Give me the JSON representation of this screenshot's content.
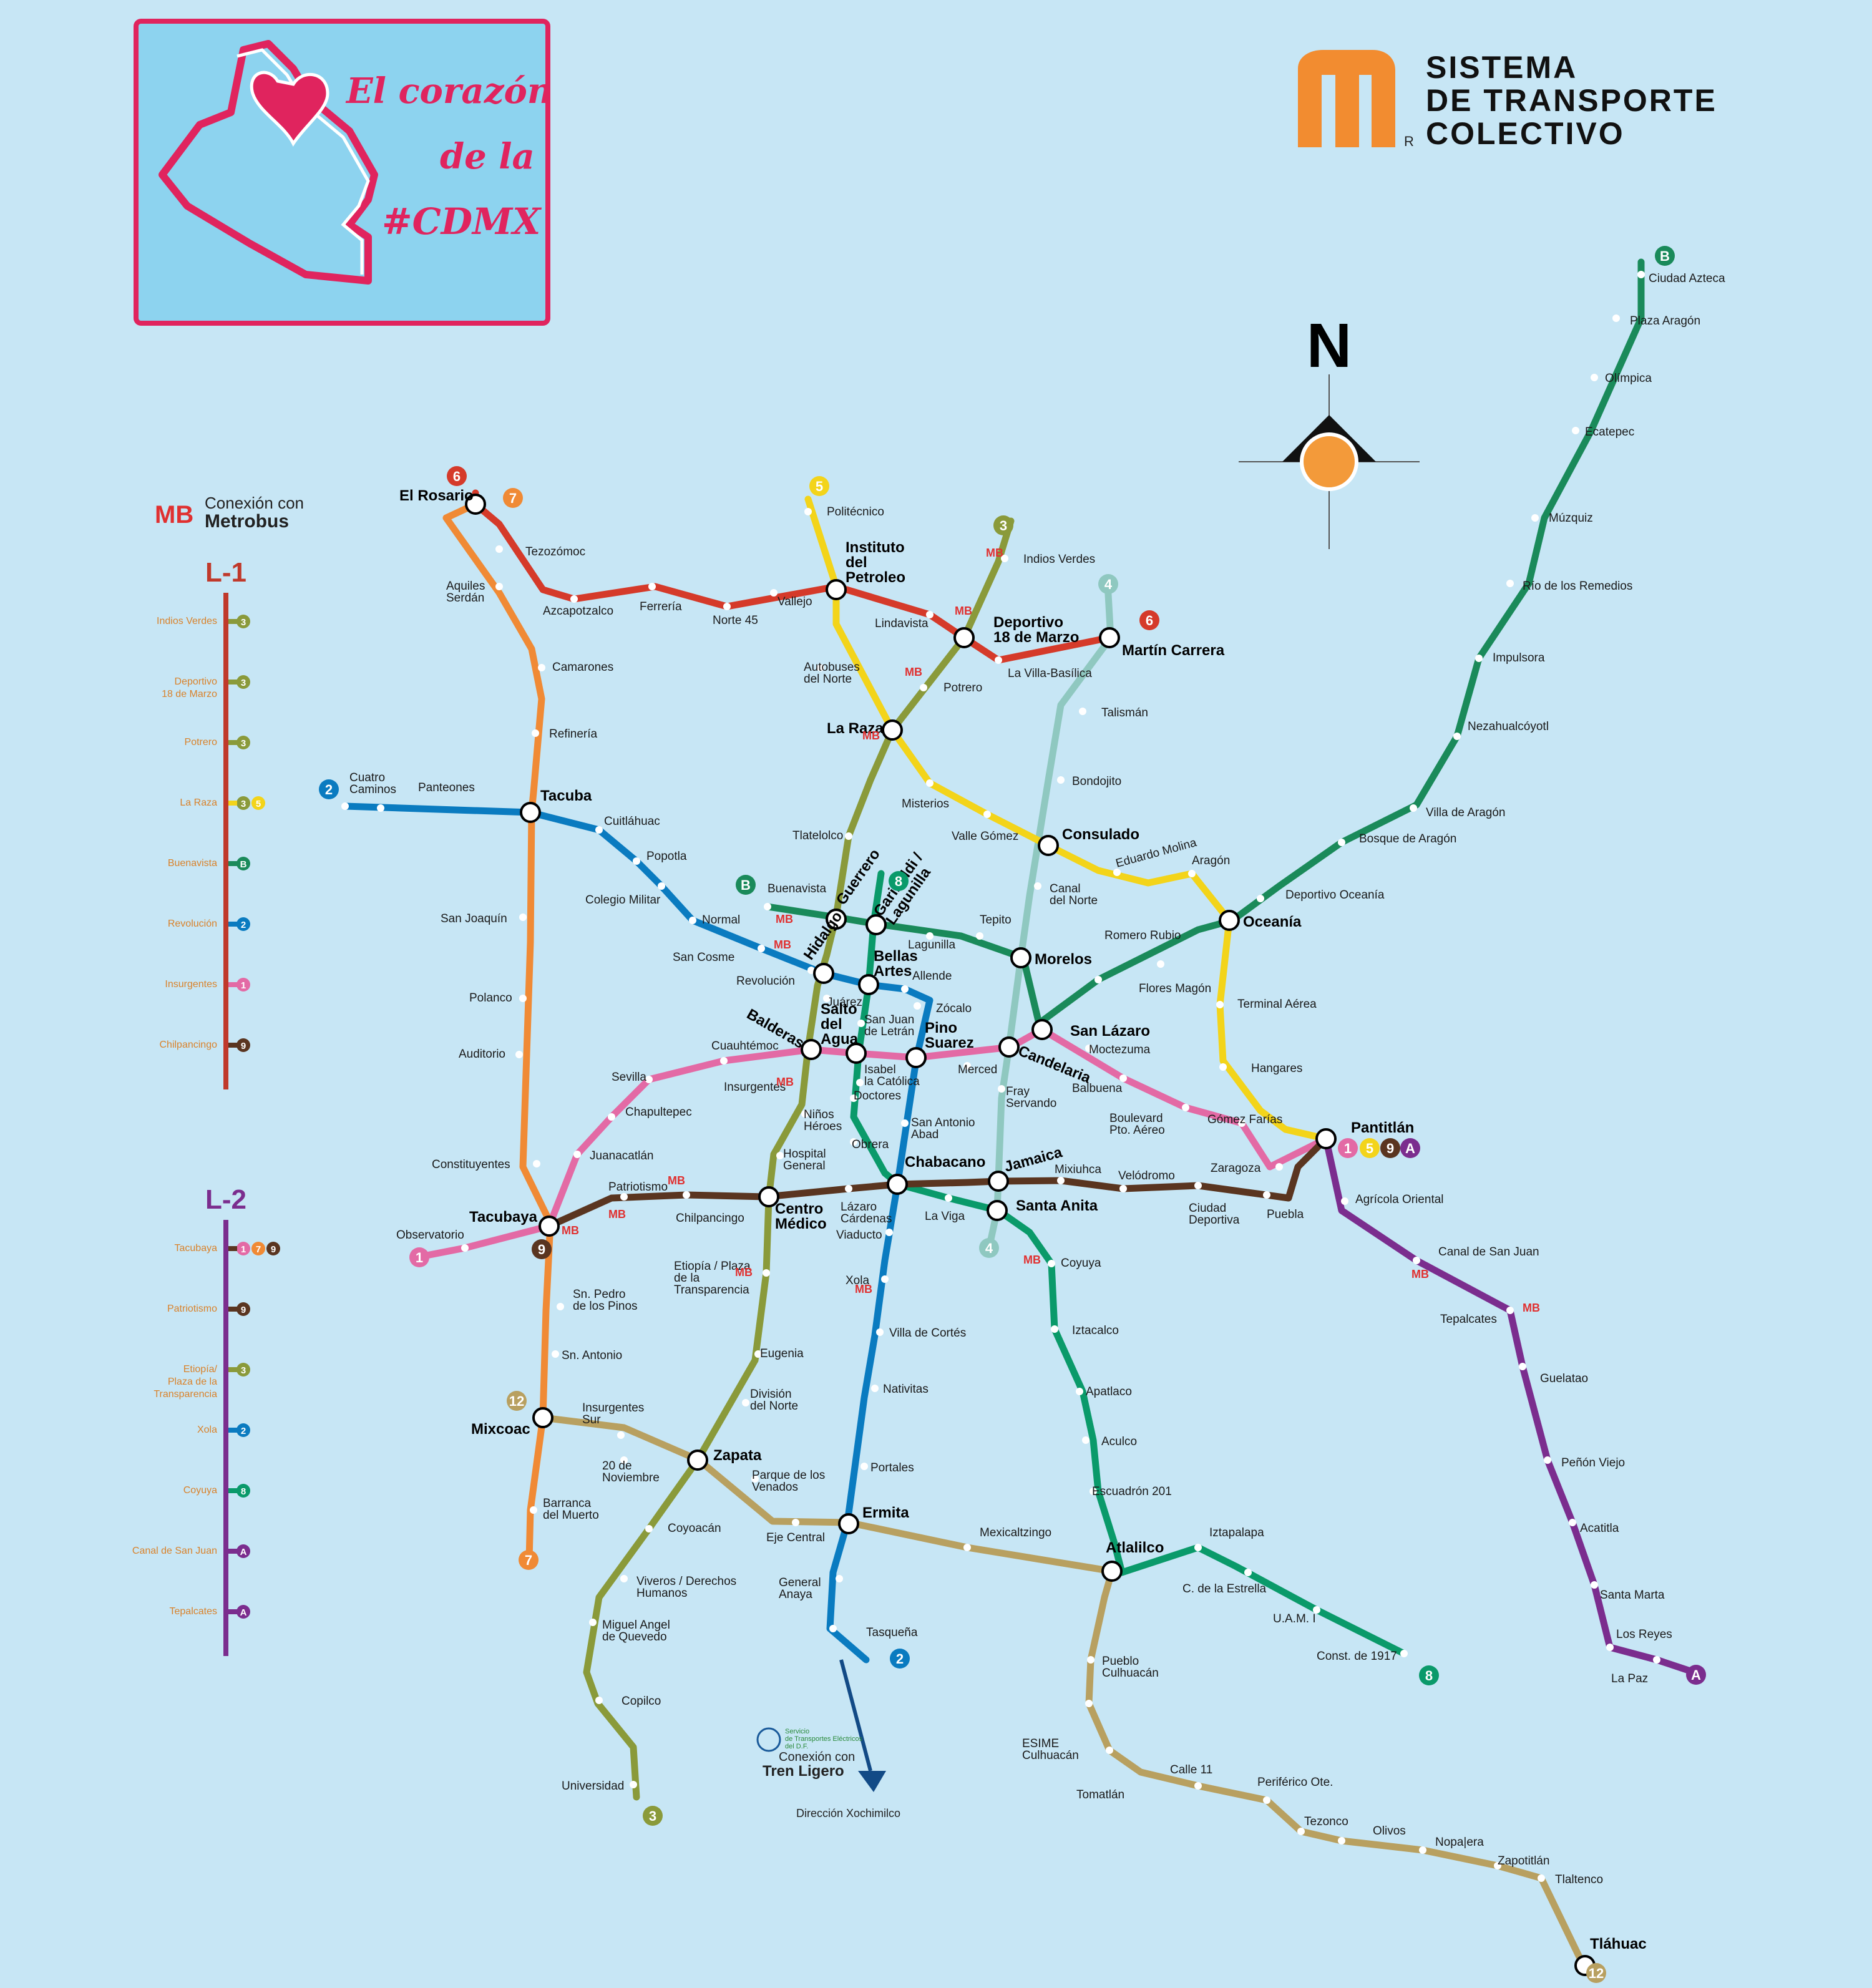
{
  "logo": {
    "line1": "El corazón",
    "line2": "de la",
    "line3": "#CDMX"
  },
  "brand": {
    "line1": "SISTEMA",
    "line2": "DE TRANSPORTE",
    "line3": "COLECTIVO",
    "registered": "R"
  },
  "compass": {
    "label": "N"
  },
  "metrobus": {
    "line1": "Conexión con",
    "line2": "Metrobus",
    "abbr": "MB"
  },
  "legend": {
    "l1": {
      "title": "L-1",
      "color": "#c0392b",
      "items": [
        {
          "name": "Indios Verdes",
          "badges": [
            "3"
          ]
        },
        {
          "name": "Deportivo\n18 de Marzo",
          "badges": [
            "3"
          ]
        },
        {
          "name": "Potrero",
          "badges": [
            "3"
          ]
        },
        {
          "name": "La Raza",
          "badges": [
            "3",
            "5"
          ]
        },
        {
          "name": "Buenavista",
          "badges": [
            "B"
          ]
        },
        {
          "name": "Revolución",
          "badges": [
            "2"
          ]
        },
        {
          "name": "Insurgentes",
          "badges": [
            "1"
          ]
        },
        {
          "name": "Chilpancingo",
          "badges": [
            "9"
          ]
        }
      ]
    },
    "l2": {
      "title": "L-2",
      "color": "#7b2d8e",
      "items": [
        {
          "name": "Tacubaya",
          "badges": [
            "1",
            "7",
            "9"
          ]
        },
        {
          "name": "Patriotismo",
          "badges": [
            "9"
          ]
        },
        {
          "name": "Etiopía/\nPlaza de la\nTransparencia",
          "badges": [
            "3"
          ]
        },
        {
          "name": "Xola",
          "badges": [
            "2"
          ]
        },
        {
          "name": "Coyuya",
          "badges": [
            "8"
          ]
        },
        {
          "name": "Canal de San Juan",
          "badges": [
            "A"
          ]
        },
        {
          "name": "Tepalcates",
          "badges": [
            "A"
          ]
        }
      ]
    }
  },
  "line_colors": {
    "1": "#e36aa5",
    "2": "#0a7bc0",
    "3": "#8a9a3a",
    "4": "#8fc8c0",
    "5": "#f3d41a",
    "6": "#d53a2a",
    "7": "#f08a35",
    "8": "#0a9a6a",
    "9": "#5a3520",
    "A": "#7b2d8e",
    "B": "#1a8a5a",
    "12": "#b8a060"
  },
  "stations": {
    "el_rosario": "El Rosario",
    "tezozomoc": "Tezozómoc",
    "azcapotzalco": "Azcapotzalco",
    "ferreria": "Ferrería",
    "norte45": "Norte 45",
    "vallejo": "Vallejo",
    "instituto": "Instituto\ndel\nPetroleo",
    "lindavista": "Lindavista",
    "deportivo": "Deportivo\n18 de Marzo",
    "villa_basilica": "La Villa-Basílica",
    "martin_carrera": "Martín Carrera",
    "aquiles": "Aquiles\nSerdán",
    "camarones": "Camarones",
    "refineria": "Refinería",
    "tacuba": "Tacuba",
    "san_joaquin": "San Joaquín",
    "polanco": "Polanco",
    "auditorio": "Auditorio",
    "constituyentes": "Constituyentes",
    "tacubaya": "Tacubaya",
    "san_pedro": "Sn. Pedro\nde los Pinos",
    "san_antonio": "Sn. Antonio",
    "mixcoac": "Mixcoac",
    "barranca": "Barranca\ndel Muerto",
    "cuatro_caminos": "Cuatro\nCaminos",
    "panteones": "Panteones",
    "cuitlahuac": "Cuitláhuac",
    "popotla": "Popotla",
    "colegio_militar": "Colegio Militar",
    "normal": "Normal",
    "san_cosme": "San Cosme",
    "revolucion": "Revolución",
    "hidalgo": "Hidalgo",
    "bellas_artes": "Bellas\nArtes",
    "allende": "Allende",
    "zocalo": "Zócalo",
    "pino_suarez": "Pino\nSuarez",
    "san_antonio_abad": "San Antonio\nAbad",
    "chabacano": "Chabacano",
    "viaducto": "Viaducto",
    "xola": "Xola",
    "villa_cortes": "Villa de Cortés",
    "nativitas": "Nativitas",
    "portales": "Portales",
    "ermita": "Ermita",
    "general_anaya": "General\nAnaya",
    "tasquena": "Tasqueña",
    "indios_verdes": "Indios Verdes",
    "potrero": "Potrero",
    "la_raza": "La Raza",
    "tlatelolco": "Tlatelolco",
    "guerrero": "Guerrero",
    "juarez": "Juárez",
    "balderas": "Balderas",
    "ninos_heroes": "Niños\nHéroes",
    "hospital_general": "Hospital\nGeneral",
    "centro_medico": "Centro\nMédico",
    "etiopia": "Etiopía / Plaza\nde la\nTransparencia",
    "eugenia": "Eugenia",
    "division": "División\ndel Norte",
    "zapata": "Zapata",
    "coyoacan": "Coyoacán",
    "viveros": "Viveros / Derechos\nHumanos",
    "miguel_angel": "Miguel Angel\nde Quevedo",
    "copilco": "Copilco",
    "universidad": "Universidad",
    "talisman": "Talismán",
    "bondojito": "Bondojito",
    "consulado": "Consulado",
    "canal_norte": "Canal\ndel Norte",
    "morelos": "Morelos",
    "candelaria": "Candelaria",
    "fray_servando": "Fray\nServando",
    "jamaica": "Jamaica",
    "santa_anita": "Santa Anita",
    "politecnico": "Politécnico",
    "autobuses": "Autobuses\ndel Norte",
    "misterios": "Misterios",
    "valle_gomez": "Valle Gómez",
    "eduardo_molina": "Eduardo Molina",
    "aragon": "Aragón",
    "oceania": "Oceanía",
    "terminal_aerea": "Terminal Aérea",
    "hangares": "Hangares",
    "pantitlan": "Pantitlán",
    "observatorio": "Observatorio",
    "juanacatlan": "Juanacatlán",
    "chapultepec": "Chapultepec",
    "sevilla": "Sevilla",
    "insurgentes": "Insurgentes",
    "cuauhtemoc": "Cuauhtémoc",
    "salto_agua": "Salto\ndel\nAgua",
    "isabel": "Isabel\nla Católica",
    "merced": "Merced",
    "san_lazaro": "San Lázaro",
    "moctezuma": "Moctezuma",
    "balbuena": "Balbuena",
    "boulevard": "Boulevard\nPto. Aéreo",
    "gomez_farias": "Gómez Farías",
    "zaragoza": "Zaragoza",
    "garibaldi": "Garibaldi /\nLagunilla",
    "san_juan": "San Juan\nde Letrán",
    "doctores": "Doctores",
    "obrera": "Obrera",
    "la_viga": "La Viga",
    "coyuya": "Coyuya",
    "iztacalco": "Iztacalco",
    "apatlaco": "Apatlaco",
    "aculco": "Aculco",
    "escuadron": "Escuadrón 201",
    "atlalilco": "Atlalilco",
    "iztapalapa": "Iztapalapa",
    "estrella": "C. de la Estrella",
    "uam": "U.A.M. I",
    "const1917": "Const. de 1917",
    "patriotismo": "Patriotismo",
    "chilpancingo": "Chilpancingo",
    "lazaro": "Lázaro\nCárdenas",
    "mixiuhca": "Mixiuhca",
    "velodromo": "Velódromo",
    "ciudad_deportiva": "Ciudad\nDeportiva",
    "puebla": "Puebla",
    "agricola": "Agrícola Oriental",
    "canal_san_juan": "Canal de San Juan",
    "tepalcates": "Tepalcates",
    "guelatao": "Guelatao",
    "penon": "Peñón Viejo",
    "acatitla": "Acatitla",
    "santa_marta": "Santa Marta",
    "los_reyes": "Los Reyes",
    "la_paz": "La Paz",
    "buenavista": "Buenavista",
    "lagunilla": "Lagunilla",
    "tepito": "Tepito",
    "romero_rubio": "Romero Rubio",
    "flores_magon": "Flores Magón",
    "deportivo_oceania": "Deportivo Oceanía",
    "bosque_aragon": "Bosque de Aragón",
    "villa_aragon": "Villa de Aragón",
    "nezahualcoyotl": "Nezahualcóyotl",
    "impulsora": "Impulsora",
    "rio_remedios": "Río de los Remedios",
    "muzquiz": "Múzquiz",
    "ecatepec": "Ecatepec",
    "olimpica": "Olímpica",
    "plaza_aragon": "Plaza Aragón",
    "ciudad_azteca": "Ciudad Azteca",
    "insurgentes_sur": "Insurgentes\nSur",
    "noviembre": "20 de\nNoviembre",
    "parque_venados": "Parque de los\nVenados",
    "eje_central": "Eje Central",
    "mexicaltzingo": "Mexicaltzingo",
    "culhuacan": "Pueblo\nCulhuacán",
    "esime": "ESIME\nCulhuacán",
    "tomatlan": "Tomatlán",
    "calle11": "Calle 11",
    "periferico": "Periférico Ote.",
    "tezonco": "Tezonco",
    "olivos": "Olivos",
    "nopalera": "Nopa|era",
    "zapotitlan": "Zapotitlán",
    "tlaltenco": "Tlaltenco",
    "tlahuac": "Tláhuac"
  },
  "tren_ligero": {
    "agency": "Servicio\nde Transportes Eléctricos\ndel D.F.",
    "line1": "Conexión con",
    "line2": "Tren Ligero",
    "direction": "Dirección Xochimilco"
  }
}
